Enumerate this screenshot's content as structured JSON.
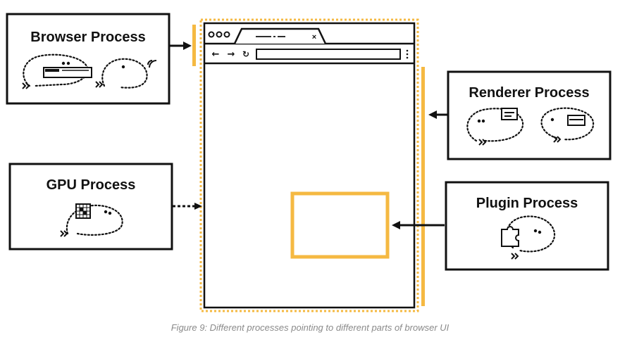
{
  "processes": {
    "browser": {
      "title": "Browser Process"
    },
    "gpu": {
      "title": "GPU Process"
    },
    "renderer": {
      "title": "Renderer Process"
    },
    "plugin": {
      "title": "Plugin Process"
    }
  },
  "caption": "Figure 9: Different processes pointing to different parts of browser UI",
  "colors": {
    "accent": "#f5b942",
    "ink": "#111111",
    "caption": "#8a8a8a"
  }
}
